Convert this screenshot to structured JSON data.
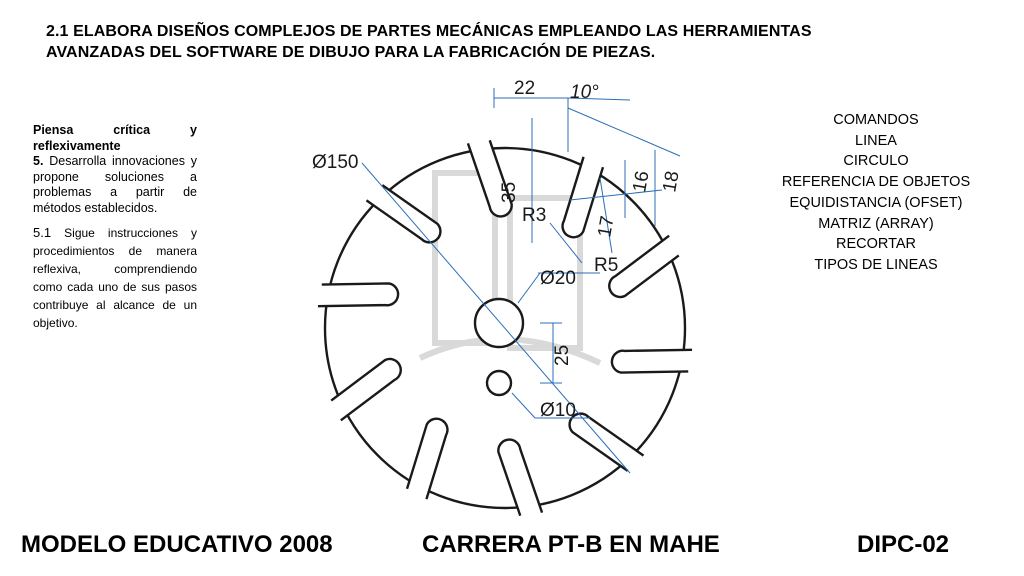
{
  "title": {
    "line1": "2.1 ELABORA DISEÑOS COMPLEJOS DE PARTES MECÁNICAS EMPLEANDO LAS HERRAMIENTAS",
    "line2": "AVANZADAS DEL SOFTWARE DE DIBUJO PARA LA FABRICACIÓN DE PIEZAS."
  },
  "left_column": {
    "heading": "Piensa crítica y reflexivamente",
    "item5_num": "5.",
    "item5_text": "Desarrolla innovaciones y propone soluciones a problemas a partir de métodos establecidos.",
    "item51_num": "5.1",
    "item51_text": "Sigue instrucciones y procedimientos de manera reflexiva, comprendiendo como cada uno de sus pasos contribuye al alcance de un objetivo."
  },
  "commands": {
    "heading": "COMANDOS",
    "items": [
      "LINEA",
      "CIRCULO",
      "REFERENCIA DE OBJETOS",
      "EQUIDISTANCIA (OFSET)",
      "MATRIZ (ARRAY)",
      "RECORTAR",
      "TIPOS DE LINEAS"
    ]
  },
  "drawing": {
    "dim_outer": "Ø150",
    "dim_width": "22",
    "dim_angle": "10°",
    "dim_depth": "35",
    "dim_r3": "R3",
    "dim_16": "16",
    "dim_18": "18",
    "dim_17": "17",
    "dim_r5": "R5",
    "dim_hub": "Ø20",
    "dim_offset": "25",
    "dim_hole": "Ø10",
    "colors": {
      "line": "#1a1a1a",
      "dim": "#2b6fb8",
      "watermark": "#d9d9d9"
    }
  },
  "footer": {
    "left": "MODELO EDUCATIVO 2008",
    "center": "CARRERA PT-B EN MAHE",
    "right": "DIPC-02"
  }
}
